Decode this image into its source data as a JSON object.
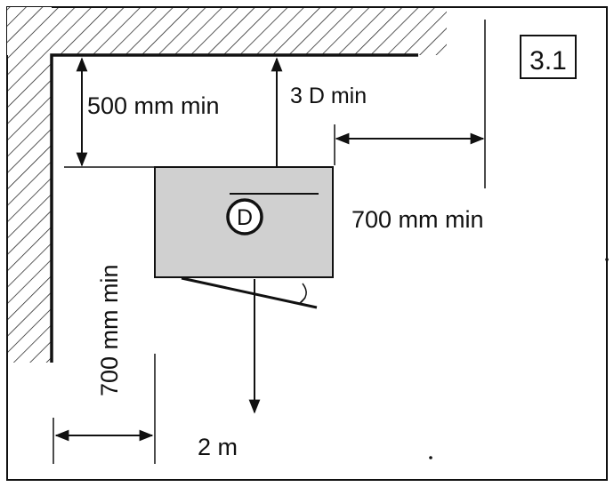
{
  "figure_number": "3.1",
  "labels": {
    "top_clearance": "500 mm min",
    "duct_clearance": "3 D min",
    "side_clearance": "700 mm min",
    "left_clearance": "700 mm min",
    "bottom_distance": "2 m",
    "duct_symbol": "D"
  },
  "colors": {
    "line": "#111111",
    "unit_fill": "#d0d0d0",
    "background": "#ffffff"
  }
}
